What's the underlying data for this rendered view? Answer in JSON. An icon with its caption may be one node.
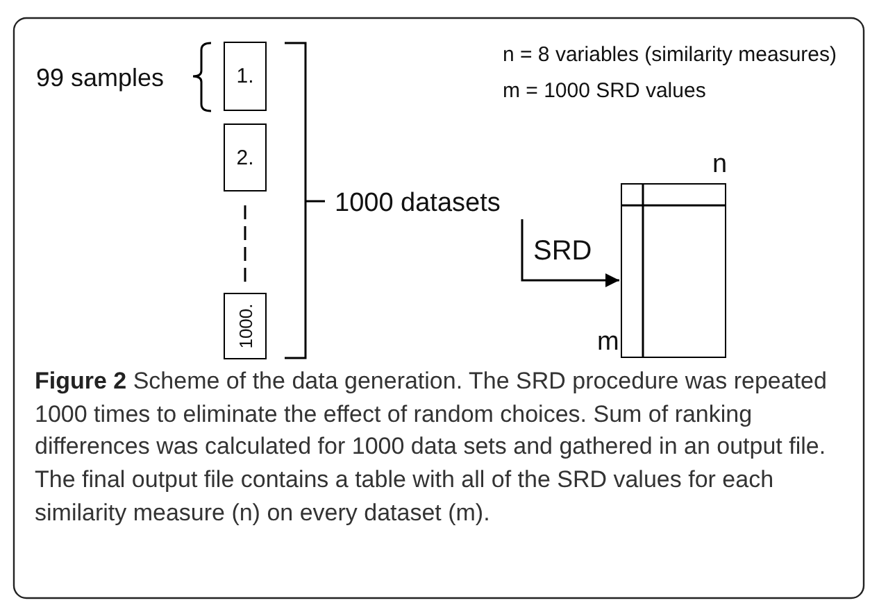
{
  "diagram": {
    "caption": "**Figure 2** Scheme of the data generation. The SRD procedure was repeated 1000 times to eliminate the effect of random choices. Sum of ranking differences was calculated for 1000 data sets and gathered in an output file. The final output file contains a table with all of the SRD values for each similarity measure (n) on every dataset (m).",
    "nodes": [
      {
        "text": [
          "1."
        ]
      },
      {
        "text": [
          "2."
        ]
      },
      {
        "text": [
          "1000."
        ]
      },
      {
        "text": [
          "1000 datasets"
        ]
      },
      {
        "text": [],
        "shape": "box",
        "beside": [
          "n",
          "m"
        ]
      }
    ],
    "edges": [
      {
        "from": 1,
        "to": 2,
        "arrow": "none",
        "style": "dashed"
      },
      {
        "from": 3,
        "to": 4,
        "arrow": "to",
        "label": "SRD"
      }
    ],
    "labels": [
      "99 samples",
      "n = 8 variables (similarity measures)",
      "m = 1000 SRD values"
    ]
  }
}
